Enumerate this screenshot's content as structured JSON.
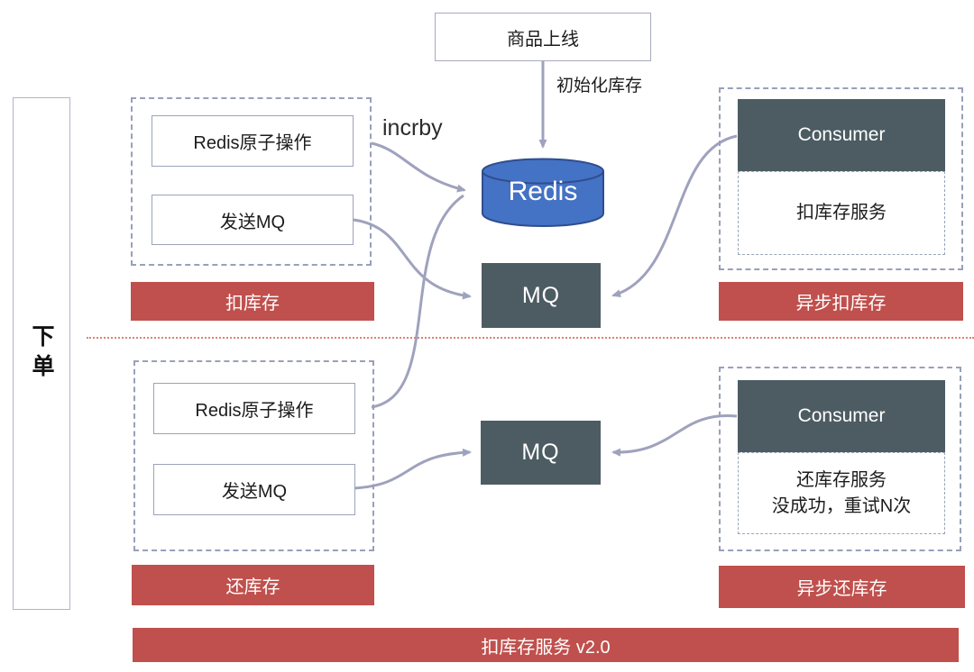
{
  "diagram": {
    "title_bar": "扣库存服务 v2.0",
    "product_online": "商品上线",
    "init_stock_label": "初始化库存",
    "incrby_label": "incrby",
    "redis_label": "Redis",
    "place_order": "下单",
    "deduct_group": {
      "redis_atomic": "Redis原子操作",
      "send_mq": "发送MQ",
      "bar": "扣库存"
    },
    "mq_top": "MQ",
    "async_deduct_group": {
      "consumer": "Consumer",
      "service": "扣库存服务",
      "bar": "异步扣库存"
    },
    "return_group": {
      "redis_atomic": "Redis原子操作",
      "send_mq": "发送MQ",
      "bar": "还库存"
    },
    "mq_bottom": "MQ",
    "async_return_group": {
      "consumer": "Consumer",
      "service_line1": "还库存服务",
      "service_line2": "没成功，重试N次",
      "bar": "异步还库存"
    },
    "colors": {
      "accent_red": "#c0504d",
      "slate": "#4d5c63",
      "redis_blue": "#4472c4",
      "redis_border": "#2f4d8f",
      "connector": "#9fa2bd",
      "divider": "#dd8078"
    }
  }
}
